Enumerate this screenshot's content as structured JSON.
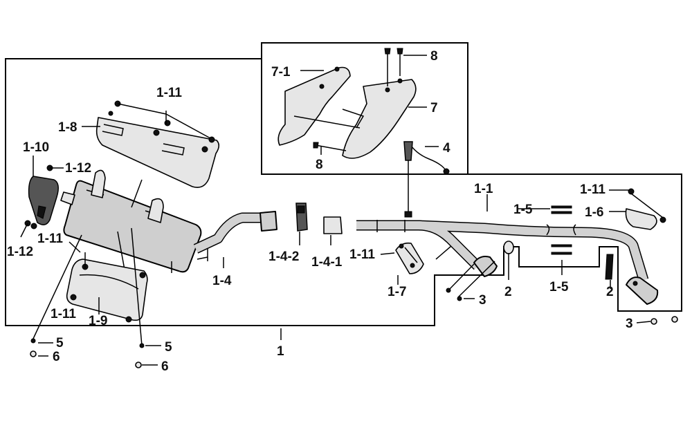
{
  "labels": {
    "p1": "1",
    "p1_1": "1-1",
    "p1_4": "1-4",
    "p1_4_1": "1-4-1",
    "p1_4_2": "1-4-2",
    "p1_5_top": "1-5",
    "p1_5_bottom": "1-5",
    "p1_6": "1-6",
    "p1_7": "1-7",
    "p1_8": "1-8",
    "p1_9": "1-9",
    "p1_10": "1-10",
    "p1_11_top": "1-11",
    "p1_11_left": "1-11",
    "p1_11_bottom": "1-11",
    "p1_11_heatshield": "1-11",
    "p1_11_right": "1-11",
    "p1_12_top": "1-12",
    "p1_12_bottom": "1-12",
    "p2_left": "2",
    "p2_right": "2",
    "p3_center": "3",
    "p3_right": "3",
    "p4": "4",
    "p5_left": "5",
    "p5_right": "5",
    "p6_left": "6",
    "p6_right": "6",
    "p7": "7",
    "p7_1": "7-1",
    "p8_top": "8",
    "p8_bottom": "8"
  }
}
